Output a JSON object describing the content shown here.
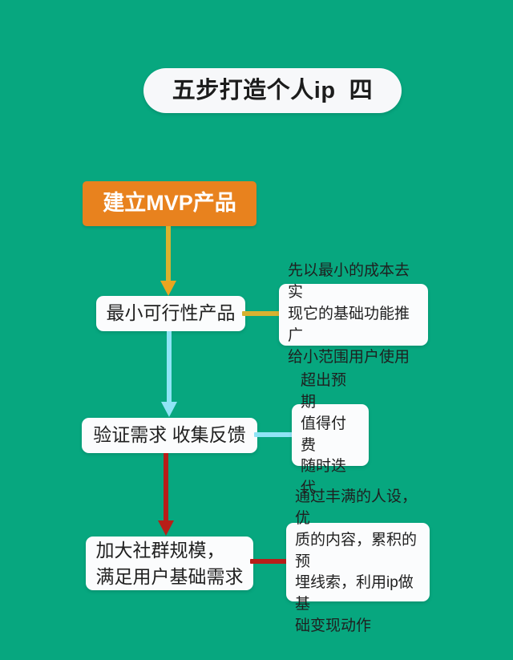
{
  "theme": {
    "background": "#07a77f",
    "accent_orange": "#e8821e",
    "accent_gold": "#d8b230",
    "accent_cyan": "#8fe4f5",
    "accent_red": "#b81e18",
    "card_white": "#fbfcfd",
    "text_dark": "#1f1f1f"
  },
  "title": {
    "text": "五步打造个人ip  四"
  },
  "flow": {
    "steps": [
      {
        "id": "step-mvp-build",
        "label": "建立MVP产品",
        "style": "orange"
      },
      {
        "id": "step-minimum-viable-product",
        "label": "最小可行性产品",
        "style": "white"
      },
      {
        "id": "step-validate-demand",
        "label": "验证需求  收集反馈",
        "style": "white"
      },
      {
        "id": "step-grow-community",
        "label": "加大社群规模，\n满足用户基础需求",
        "style": "white"
      }
    ],
    "connectors": [
      {
        "id": "connector-build-to-mvp",
        "color": "#d8b230",
        "direction": "down",
        "name": "gold-arrow"
      },
      {
        "id": "connector-mvp-to-validate",
        "color": "#8fe4f5",
        "direction": "down",
        "name": "cyan-arrow"
      },
      {
        "id": "connector-validate-to-community",
        "color": "#b81e18",
        "direction": "down",
        "name": "red-arrow"
      },
      {
        "id": "connector-mvp-to-note1",
        "color": "#d8b230",
        "direction": "right",
        "name": "gold-line"
      },
      {
        "id": "connector-validate-to-note2",
        "color": "#8fe4f5",
        "direction": "right",
        "name": "cyan-line"
      },
      {
        "id": "connector-community-to-note3",
        "color": "#b81e18",
        "direction": "right",
        "name": "red-line"
      }
    ],
    "notes": [
      {
        "id": "note-mvp",
        "text": "先以最小的成本去实\n现它的基础功能推广\n给小范围用户使用"
      },
      {
        "id": "note-validate",
        "text": "超出预期\n值得付费\n随时迭代"
      },
      {
        "id": "note-community",
        "text": "通过丰满的人设，优\n质的内容，累积的预\n埋线索，利用ip做基\n础变现动作"
      }
    ]
  }
}
